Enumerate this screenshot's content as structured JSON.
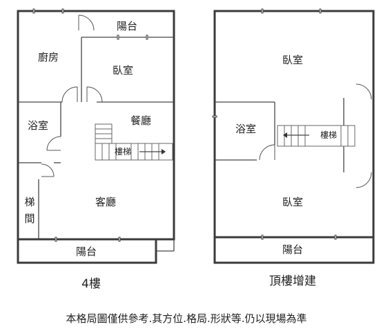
{
  "floor4": {
    "title": "4樓",
    "rooms": {
      "balcony_top": "陽台",
      "kitchen": "廚房",
      "bedroom": "臥室",
      "bathroom": "浴室",
      "dining": "餐廳",
      "stairs": "樓梯",
      "living": "客廳",
      "stairwell_1": "梯",
      "stairwell_2": "間",
      "balcony_bottom": "陽台"
    }
  },
  "rooftop": {
    "title": "頂樓增建",
    "rooms": {
      "bedroom_top": "臥室",
      "bathroom": "浴室",
      "stairs": "樓梯",
      "bedroom_bottom": "臥室",
      "balcony": "陽台"
    }
  },
  "disclaimer": "本格局圖僅供參考.其方位.格局.形狀等.仍以現場為準"
}
